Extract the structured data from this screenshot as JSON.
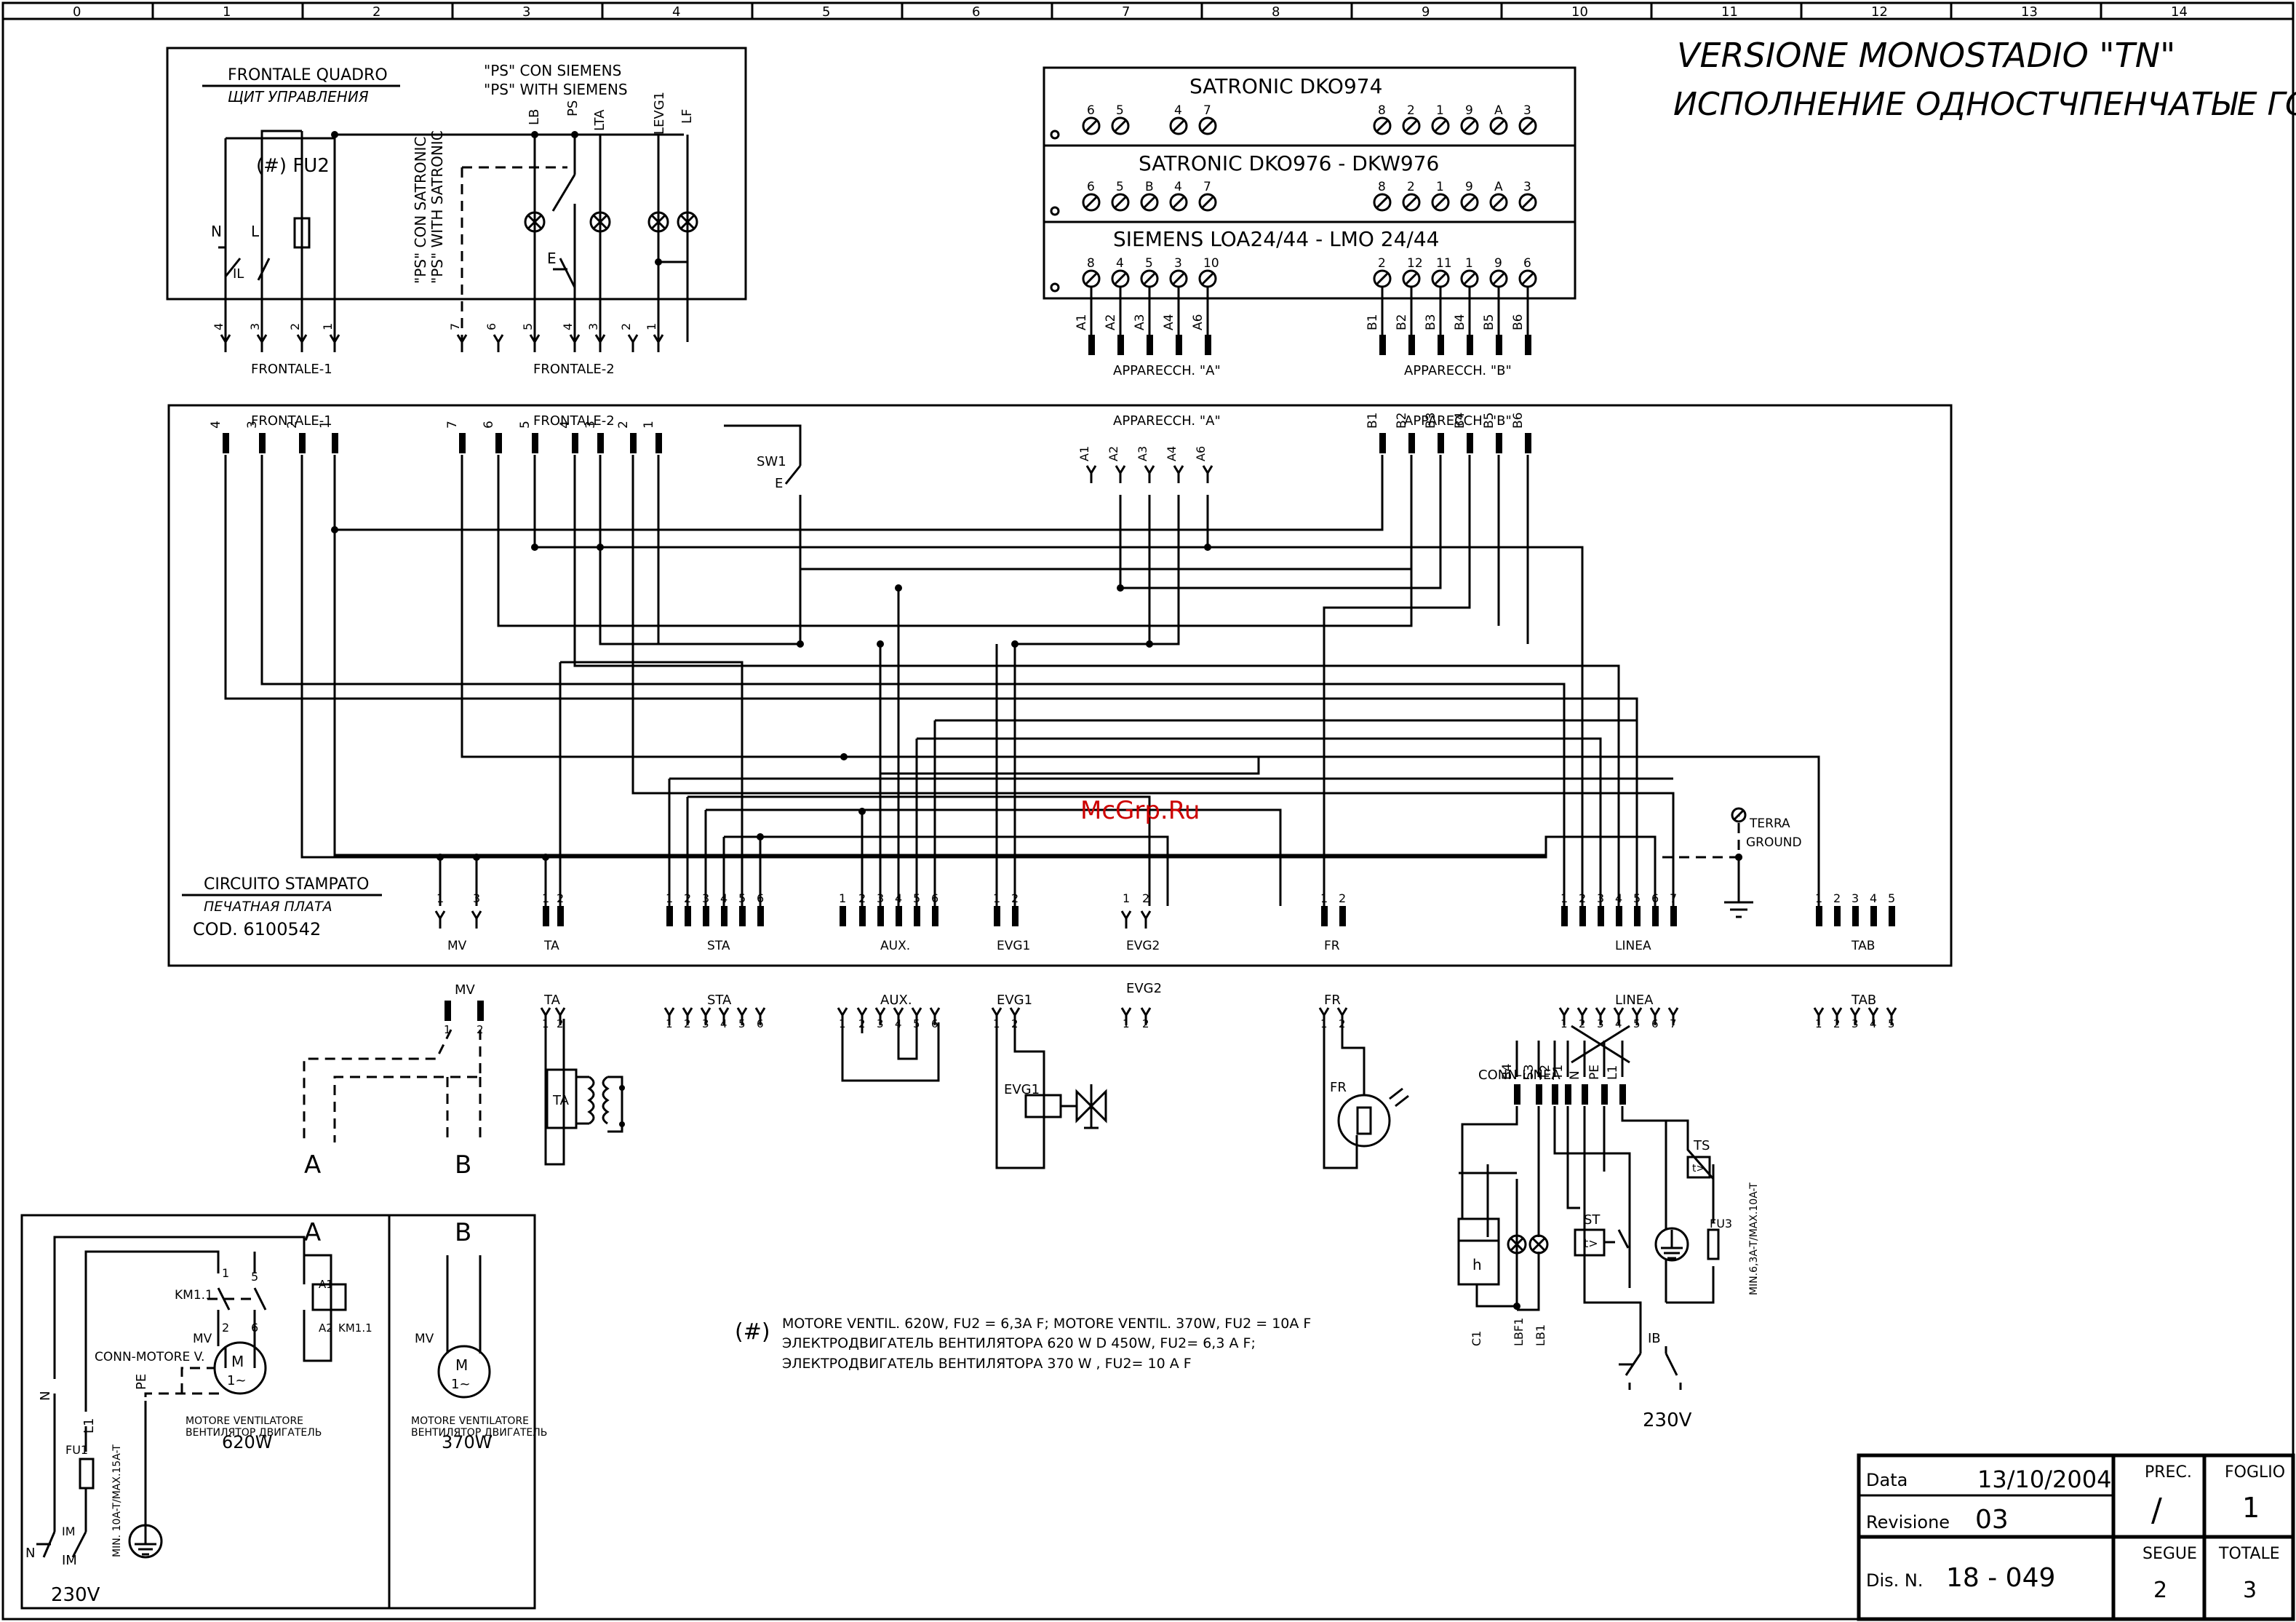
{
  "ruler": [
    "0",
    "1",
    "2",
    "3",
    "4",
    "5",
    "6",
    "7",
    "8",
    "9",
    "10",
    "11",
    "12",
    "13",
    "14"
  ],
  "title": {
    "line1": "VERSIONE MONOSTADIO \"TN\"",
    "line2": "ИСПОЛНЕНИЕ ОДНОСТЧПЕНЧАТЫЕ ГОРЕЛКИ \"TN\""
  },
  "frontale_quadro": {
    "title": "FRONTALE QUADRO",
    "title_ru": "ЩИТ УПРАВЛЕНИЯ",
    "fu2": "(#) FU2",
    "ps_siemens_1": "\"PS\" CON SIEMENS",
    "ps_siemens_2": "\"PS\" WITH SIEMENS",
    "ps_satronic_1": "\"PS\" CON SATRONIC",
    "ps_satronic_2": "\"PS\" WITH SATRONIC",
    "labels": [
      "LB",
      "PS",
      "LTA",
      "LEVG1",
      "LF"
    ],
    "n": "N",
    "l": "L",
    "il": "IL",
    "e": "E",
    "connector1": "FRONTALE-1",
    "connector2": "FRONTALE-2",
    "c1_pins": [
      "4",
      "3",
      "2",
      "1"
    ],
    "c2_pins": [
      "7",
      "6",
      "5",
      "4",
      "3",
      "2",
      "1"
    ]
  },
  "devices": {
    "row1_title": "SATRONIC DKO974",
    "row1_pins": [
      "6",
      "5",
      "4",
      "7",
      "8",
      "2",
      "1",
      "9",
      "A",
      "3"
    ],
    "row2_title": "SATRONIC DKO976 - DKW976",
    "row2_pins": [
      "6",
      "5",
      "B",
      "4",
      "7",
      "8",
      "2",
      "1",
      "9",
      "A",
      "3"
    ],
    "row3_title": "SIEMENS LOA24/44 - LMO 24/44",
    "row3_pins": [
      "8",
      "4",
      "5",
      "3",
      "10",
      "2",
      "12",
      "11",
      "1",
      "9",
      "6"
    ],
    "a_pins": [
      "A1",
      "A2",
      "A3",
      "A4",
      "A6"
    ],
    "b_pins": [
      "B1",
      "B2",
      "B3",
      "B4",
      "B5",
      "B6"
    ],
    "a_label": "APPARECCH. \"A\"",
    "b_label": "APPARECCH. \"B\""
  },
  "pcb": {
    "frontale1": "FRONTALE-1",
    "frontale2": "FRONTALE-2",
    "app_a": "APPARECCH. \"A\"",
    "app_b": "APPARECCH. \"B\"",
    "sw1": "SW1",
    "e": "E",
    "terra": "TERRA",
    "ground": "GROUND",
    "circuito": "CIRCUITO STAMPATO",
    "circuito_ru": "ПЕЧАТНАЯ ПЛАТА",
    "cod": "COD. 6100542",
    "connectors": [
      "MV",
      "TA",
      "STA",
      "AUX.",
      "EVG1",
      "EVG2",
      "FR",
      "LINEA",
      "TAB"
    ]
  },
  "lower": {
    "a": "A",
    "b": "B",
    "mv": "MV",
    "ta": "TA",
    "sta": "STA",
    "aux": "AUX.",
    "evg1": "EVG1",
    "evg2": "EVG2",
    "fr": "FR",
    "linea": "LINEA",
    "tab": "TAB",
    "conn_linea": "CONN-LINEA",
    "linea_pins": [
      "B4",
      "S3",
      "T2",
      "T1",
      "N",
      "PE",
      "L1"
    ],
    "ts": "TS",
    "st": "ST",
    "fu3": "FU3",
    "fu3_note": "MIN.6,3A-T/MAX.10A-T",
    "h": "h",
    "c1": "C1",
    "lbf1": "LBF1",
    "lb1": "LB1",
    "ib": "IB",
    "v230": "230V"
  },
  "motor": {
    "a": "A",
    "b": "B",
    "km11": "KM1.1",
    "a1": "A1",
    "a2": "A2",
    "mv": "MV",
    "conn_motore": "CONN-MOTORE V.",
    "m": "M",
    "m1": "1~",
    "motor_label": "MOTORE VENTILATORE",
    "motor_label_ru": "ВЕНТИЛЯТОР ДВИГАТЕЛЬ",
    "p620": "620W",
    "p370": "370W",
    "n": "N",
    "l1": "L1",
    "pe": "PE",
    "fu1": "FU1",
    "im": "IM",
    "fu1_note": "MIN. 10A-T/MAX.15A-T",
    "v230": "230V",
    "pins": [
      "1",
      "2",
      "5",
      "6"
    ]
  },
  "note": {
    "mark": "(#)",
    "line1": "MOTORE VENTIL. 620W, FU2 = 6,3A F; MOTORE VENTIL. 370W, FU2 = 10A F",
    "line2": "ЭЛЕКТРОДВИГАТЕЛЬ ВЕНТИЛЯТОРА 620 W D 450W, FU2= 6,3 A F;",
    "line3": "ЭЛЕКТРОДВИГАТЕЛЬ ВЕНТИЛЯТОРА 370 W , FU2= 10 A F"
  },
  "titleblock": {
    "data_label": "Data",
    "data_value": "13/10/2004",
    "rev_label": "Revisione",
    "rev_value": "03",
    "dis_label": "Dis. N.",
    "dis_value": "18 - 049",
    "prec_label": "PREC.",
    "prec_value": "/",
    "foglio_label": "FOGLIO",
    "foglio_value": "1",
    "segue_label": "SEGUE",
    "segue_value": "2",
    "totale_label": "TOTALE",
    "totale_value": "3"
  },
  "watermark": "McGrp.Ru"
}
